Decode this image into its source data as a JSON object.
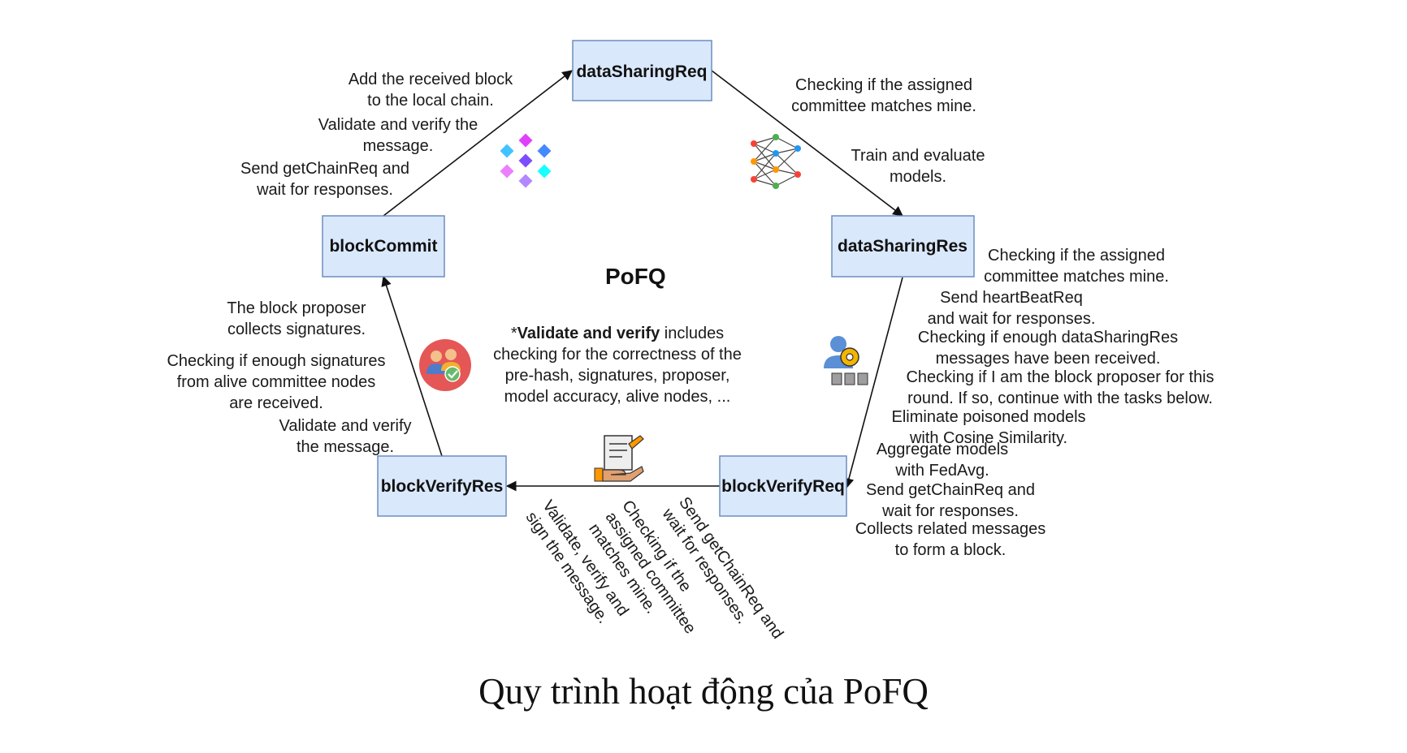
{
  "diagram": {
    "title": "PoFQ",
    "caption": "Quy trình hoạt động của PoFQ",
    "nodes": {
      "dataSharingReq": "dataSharingReq",
      "dataSharingRes": "dataSharingRes",
      "blockVerifyReq": "blockVerifyReq",
      "blockVerifyRes": "blockVerifyRes",
      "blockCommit": "blockCommit"
    },
    "center_note": {
      "prefix": "*",
      "bold": "Validate and verify",
      "rest_line1": " includes",
      "line2": "checking for the correctness of the",
      "line3": "pre-hash, signatures, proposer,",
      "line4": "model accuracy, alive nodes, ..."
    },
    "notes": {
      "commit_to_req": [
        "Add the received block",
        "to the local chain.",
        "Validate and verify the",
        "message.",
        "Send getChainReq and",
        "wait for responses."
      ],
      "req_to_res": [
        "Checking if the assigned",
        "committee matches mine.",
        "Train and evaluate",
        "models."
      ],
      "res_to_verifyreq": [
        "Checking if the assigned",
        "committee matches mine.",
        "Send heartBeatReq",
        "and wait for responses.",
        "Checking if enough dataSharingRes",
        "messages have been received.",
        "Checking if I am the block proposer for this",
        "round. If so, continue with the tasks below.",
        "Eliminate poisoned models",
        "with Cosine Similarity.",
        "Aggregate models",
        "with FedAvg.",
        "Send getChainReq and",
        "wait for responses.",
        "Collects related messages",
        "to form a block."
      ],
      "verifyreq_to_verifyres": [
        "Send getChainReq and",
        "wait for responses.",
        "Checking if the",
        "assigned committee",
        "matches mine.",
        "Validate, verify and",
        "sign the message."
      ],
      "verifyres_to_commit": [
        "The block proposer",
        "collects signatures.",
        "Checking if enough signatures",
        "from alive committee nodes",
        "are received.",
        "Validate and verify",
        "the message."
      ]
    },
    "icons": [
      "cubes-icon",
      "neural-network-icon",
      "user-gear-icon",
      "document-handshake-icon",
      "people-check-icon"
    ],
    "colors": {
      "node_fill": "#dae8fc",
      "node_border": "#6c8ebf"
    }
  }
}
